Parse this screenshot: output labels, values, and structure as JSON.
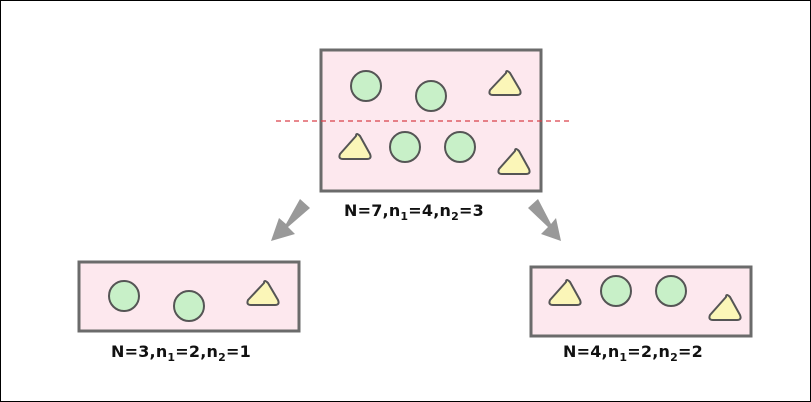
{
  "colors": {
    "box_fill": "#fde8ee",
    "box_stroke": "#6b6b6b",
    "circle_fill": "#c8f0c8",
    "triangle_fill": "#fbf6b8",
    "split_line": "#d9404a",
    "arrow": "#999999"
  },
  "nodes": {
    "root": {
      "label": {
        "n_prefix": "N=",
        "n": "7",
        "n1_prefix": ",n",
        "n1_sub": "1",
        "n1_eq": "=",
        "n1": "4",
        "n2_prefix": ",n",
        "n2_sub": "2",
        "n2_eq": "=",
        "n2": "3"
      }
    },
    "left": {
      "label": {
        "n_prefix": "N=",
        "n": "3",
        "n1_prefix": ",n",
        "n1_sub": "1",
        "n1_eq": "=",
        "n1": "2",
        "n2_prefix": ",n",
        "n2_sub": "2",
        "n2_eq": "=",
        "n2": "1"
      }
    },
    "right": {
      "label": {
        "n_prefix": "N=",
        "n": "4",
        "n1_prefix": ",n",
        "n1_sub": "1",
        "n1_eq": "=",
        "n1": "2",
        "n2_prefix": ",n",
        "n2_sub": "2",
        "n2_eq": "=",
        "n2": "2"
      }
    }
  }
}
